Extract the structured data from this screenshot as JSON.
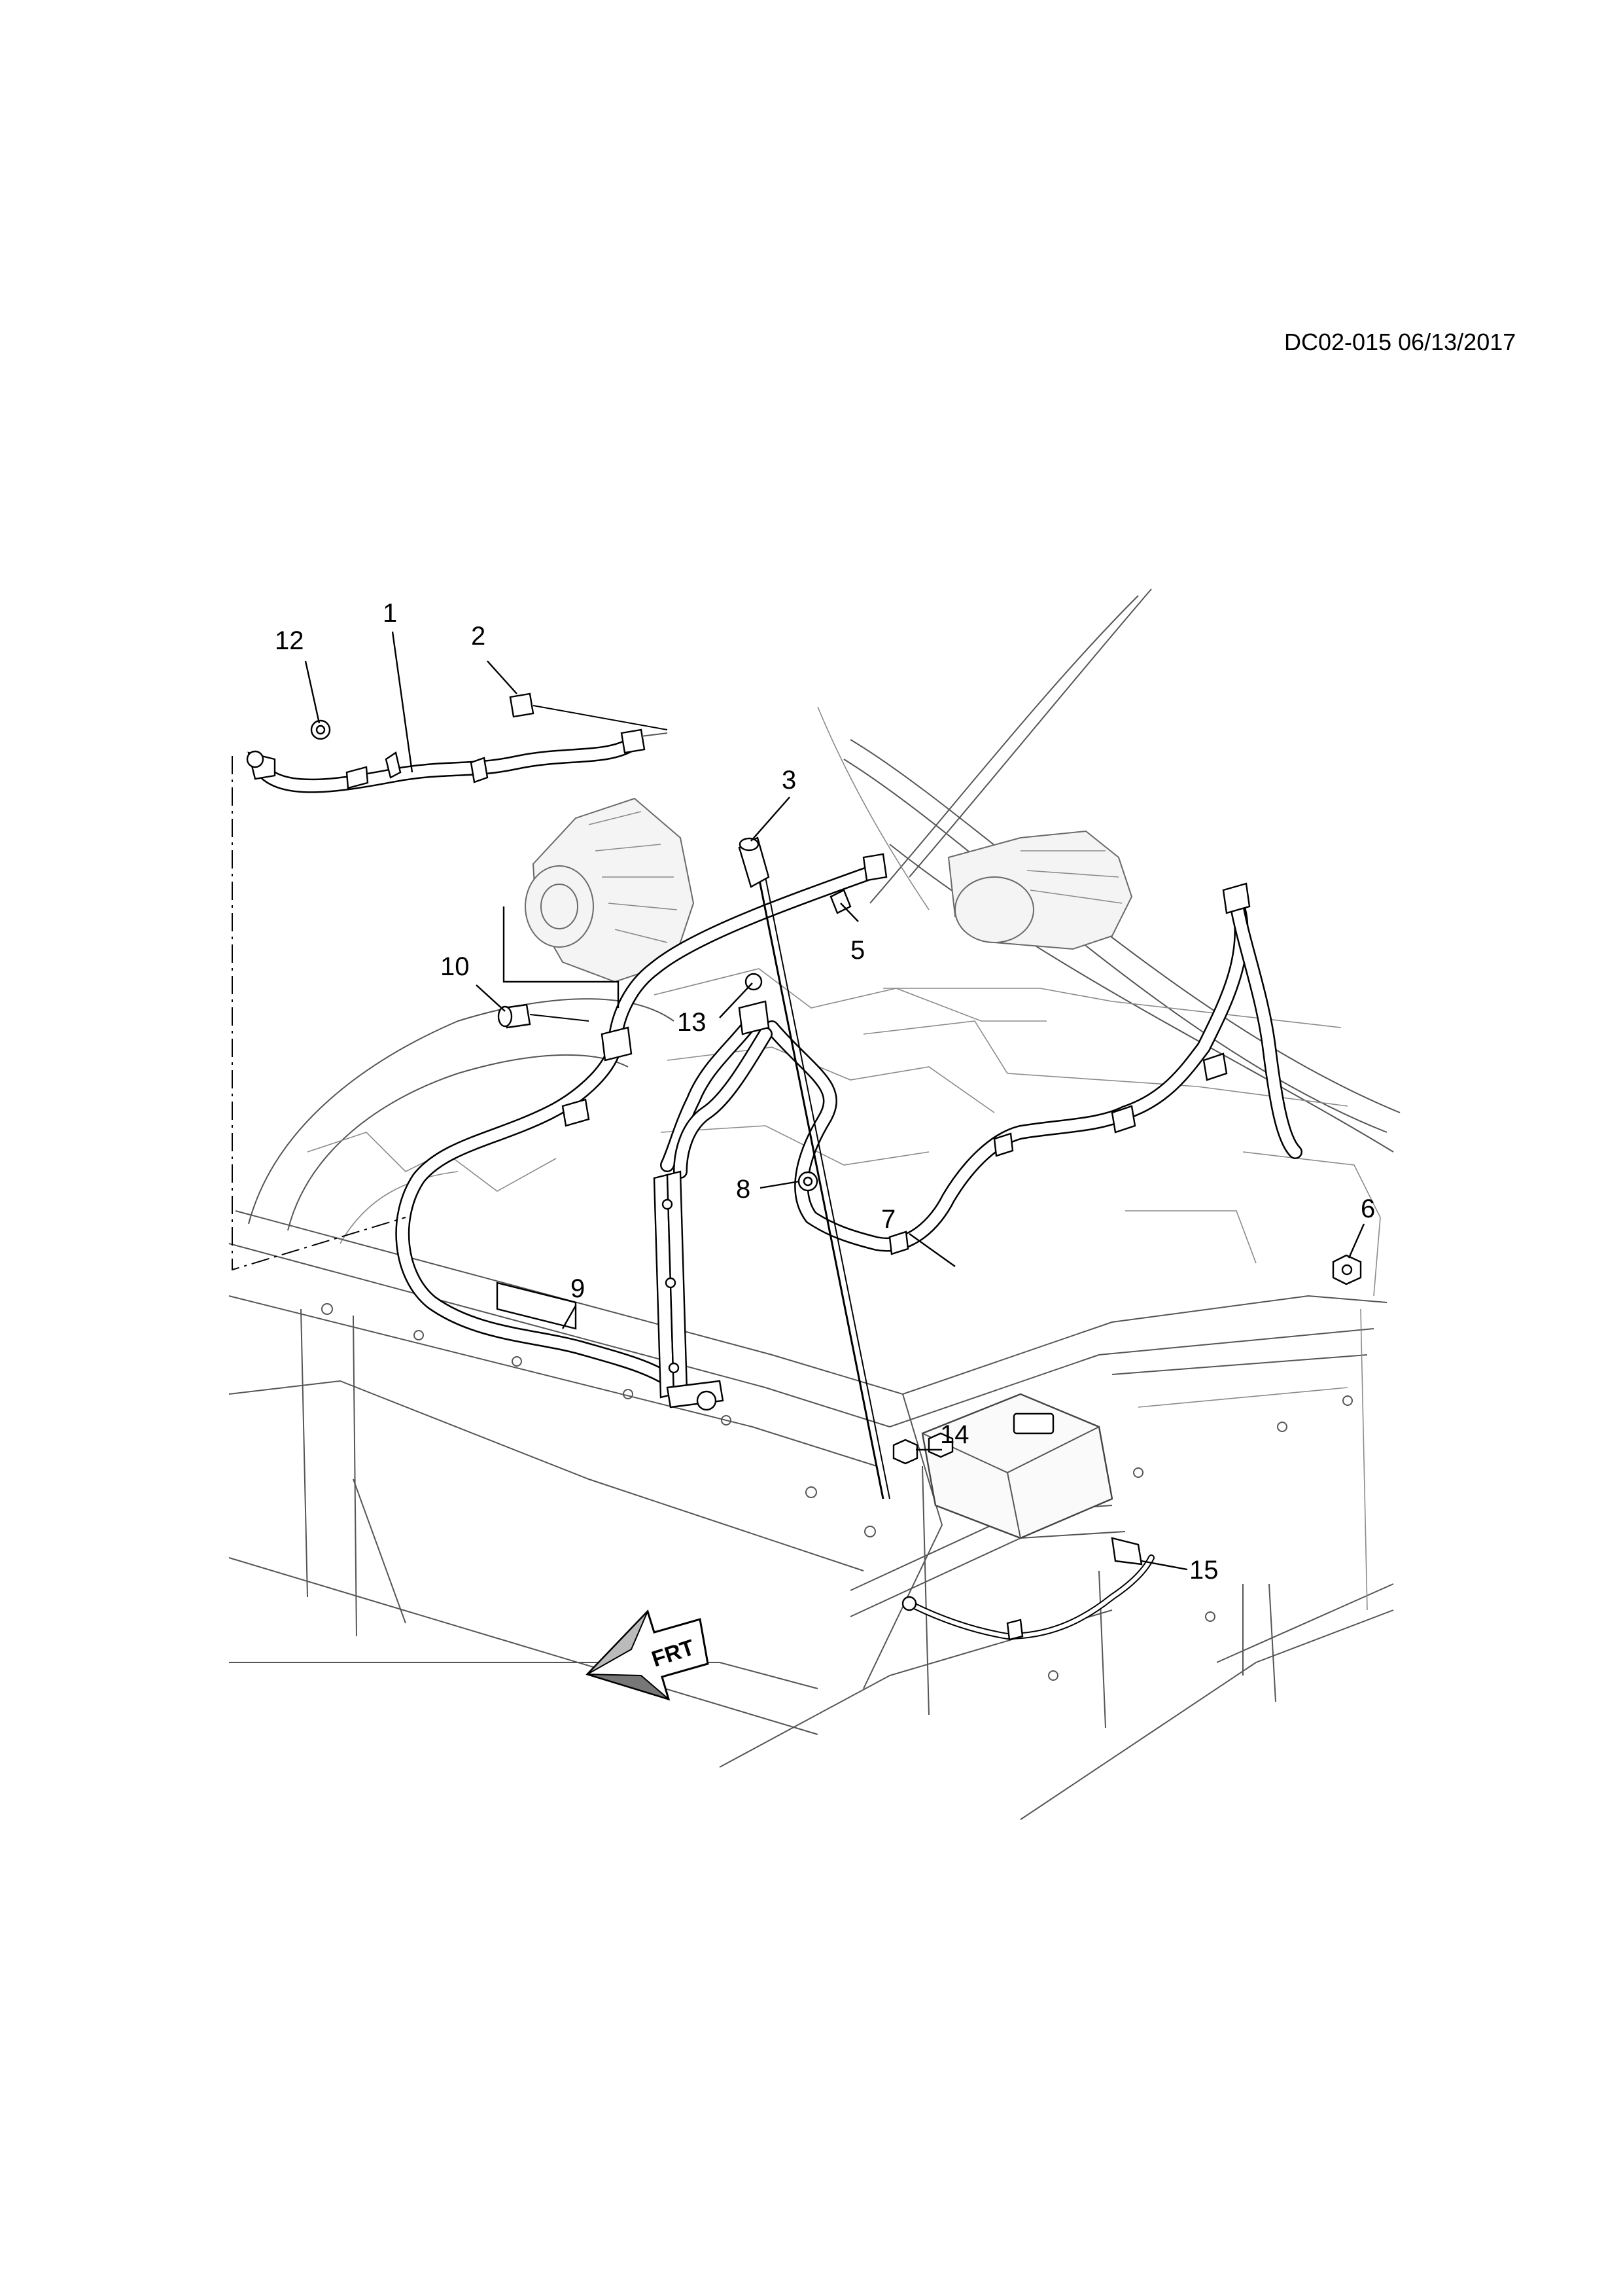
{
  "document": {
    "id_date": "DC02-015 06/13/2017"
  },
  "callouts": [
    {
      "label": "12"
    },
    {
      "label": "1"
    },
    {
      "label": "2"
    },
    {
      "label": "3"
    },
    {
      "label": "10"
    },
    {
      "label": "5"
    },
    {
      "label": "13"
    },
    {
      "label": "8"
    },
    {
      "label": "7"
    },
    {
      "label": "6"
    },
    {
      "label": "9"
    },
    {
      "label": "14"
    },
    {
      "label": "15"
    }
  ],
  "direction_marker": {
    "text": "FRT",
    "icon": "front-direction-arrow-icon"
  }
}
